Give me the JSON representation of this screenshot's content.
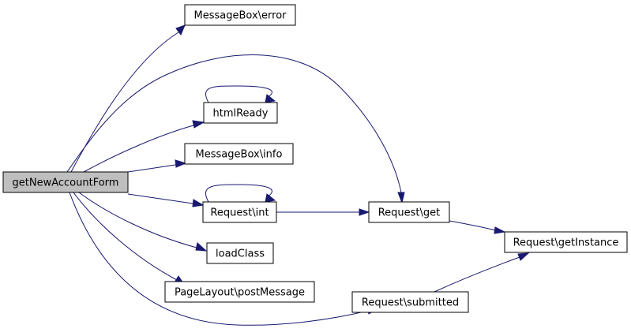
{
  "graph": {
    "root": "getNewAccountForm",
    "nodes": [
      {
        "id": "getNewAccountForm",
        "label": "getNewAccountForm",
        "root": true
      },
      {
        "id": "MessageBox\\error",
        "label": "MessageBox\\error"
      },
      {
        "id": "htmlReady",
        "label": "htmlReady"
      },
      {
        "id": "MessageBox\\info",
        "label": "MessageBox\\info"
      },
      {
        "id": "Request\\int",
        "label": "Request\\int"
      },
      {
        "id": "loadClass",
        "label": "loadClass"
      },
      {
        "id": "PageLayout\\postMessage",
        "label": "PageLayout\\postMessage"
      },
      {
        "id": "Request\\submitted",
        "label": "Request\\submitted"
      },
      {
        "id": "Request\\get",
        "label": "Request\\get"
      },
      {
        "id": "Request\\getInstance",
        "label": "Request\\getInstance"
      }
    ],
    "edges": [
      {
        "from": "getNewAccountForm",
        "to": "MessageBox\\error"
      },
      {
        "from": "getNewAccountForm",
        "to": "htmlReady"
      },
      {
        "from": "getNewAccountForm",
        "to": "MessageBox\\info"
      },
      {
        "from": "getNewAccountForm",
        "to": "Request\\int"
      },
      {
        "from": "getNewAccountForm",
        "to": "loadClass"
      },
      {
        "from": "getNewAccountForm",
        "to": "PageLayout\\postMessage"
      },
      {
        "from": "getNewAccountForm",
        "to": "Request\\submitted"
      },
      {
        "from": "getNewAccountForm",
        "to": "Request\\get"
      },
      {
        "from": "htmlReady",
        "to": "htmlReady"
      },
      {
        "from": "Request\\int",
        "to": "Request\\int"
      },
      {
        "from": "Request\\int",
        "to": "Request\\get"
      },
      {
        "from": "Request\\get",
        "to": "Request\\getInstance"
      },
      {
        "from": "Request\\submitted",
        "to": "Request\\getInstance"
      }
    ]
  },
  "colors": {
    "edge": "#191970",
    "root_fill": "#bfbfbf",
    "node_fill": "#ffffff",
    "node_border": "#000000"
  }
}
